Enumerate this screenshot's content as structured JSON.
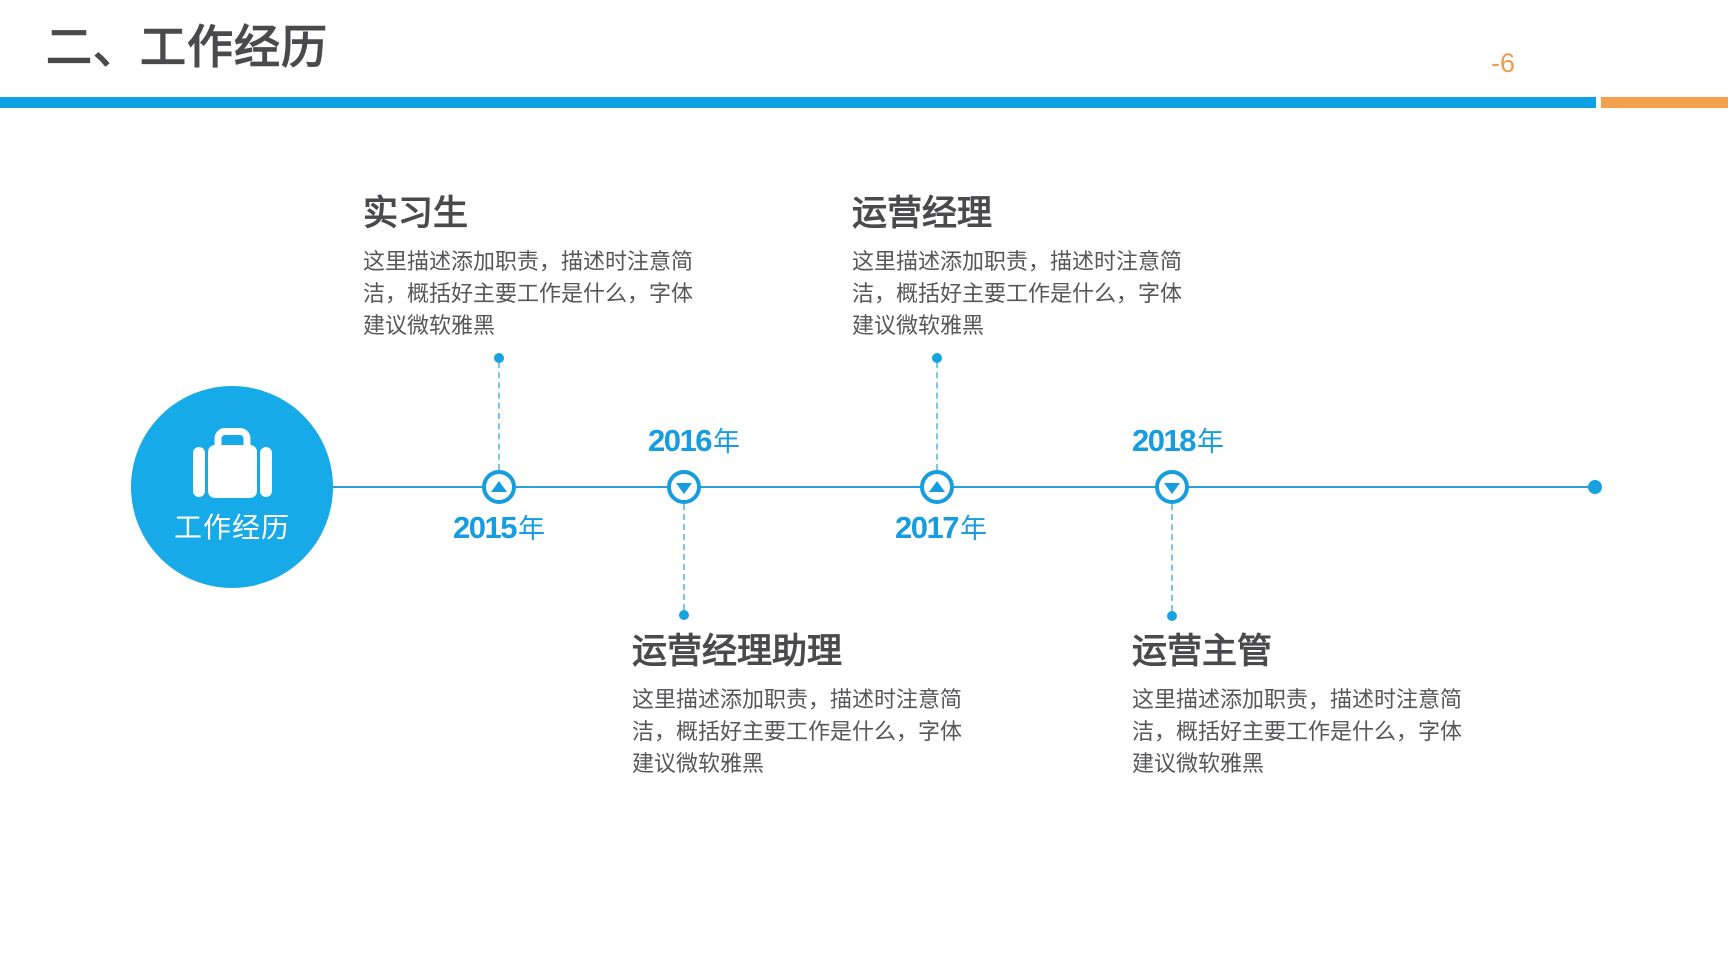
{
  "slide": {
    "title": "二、工作经历",
    "page_number": "-6"
  },
  "colors": {
    "accent_blue": "#169ddf",
    "header_bar_blue": "#0da1e4",
    "hub_circle_blue": "#16abe8",
    "accent_orange": "#f5a04c",
    "title_gray": "#4a4a4c",
    "body_gray": "#57575a"
  },
  "hub": {
    "icon": "briefcase-icon",
    "label": "工作经历"
  },
  "timeline": {
    "milestones": [
      {
        "year_digits": "2015",
        "year_suffix": "年",
        "year_position": "below",
        "marker": "triangle-up",
        "role": "实习生",
        "desc_lines": [
          "这里描述添加职责，描述时注意简",
          "洁，概括好主要工作是什么，字体",
          "建议微软雅黑"
        ]
      },
      {
        "year_digits": "2016",
        "year_suffix": "年",
        "year_position": "above",
        "marker": "triangle-down",
        "role": "运营经理助理",
        "desc_lines": [
          "这里描述添加职责，描述时注意简",
          "洁，概括好主要工作是什么，字体",
          "建议微软雅黑"
        ]
      },
      {
        "year_digits": "2017",
        "year_suffix": "年",
        "year_position": "below",
        "marker": "triangle-up",
        "role": "运营经理",
        "desc_lines": [
          "这里描述添加职责，描述时注意简",
          "洁，概括好主要工作是什么，字体",
          "建议微软雅黑"
        ]
      },
      {
        "year_digits": "2018",
        "year_suffix": "年",
        "year_position": "above",
        "marker": "triangle-down",
        "role": "运营主管",
        "desc_lines": [
          "这里描述添加职责，描述时注意简",
          "洁，概括好主要工作是什么，字体",
          "建议微软雅黑"
        ]
      }
    ]
  }
}
